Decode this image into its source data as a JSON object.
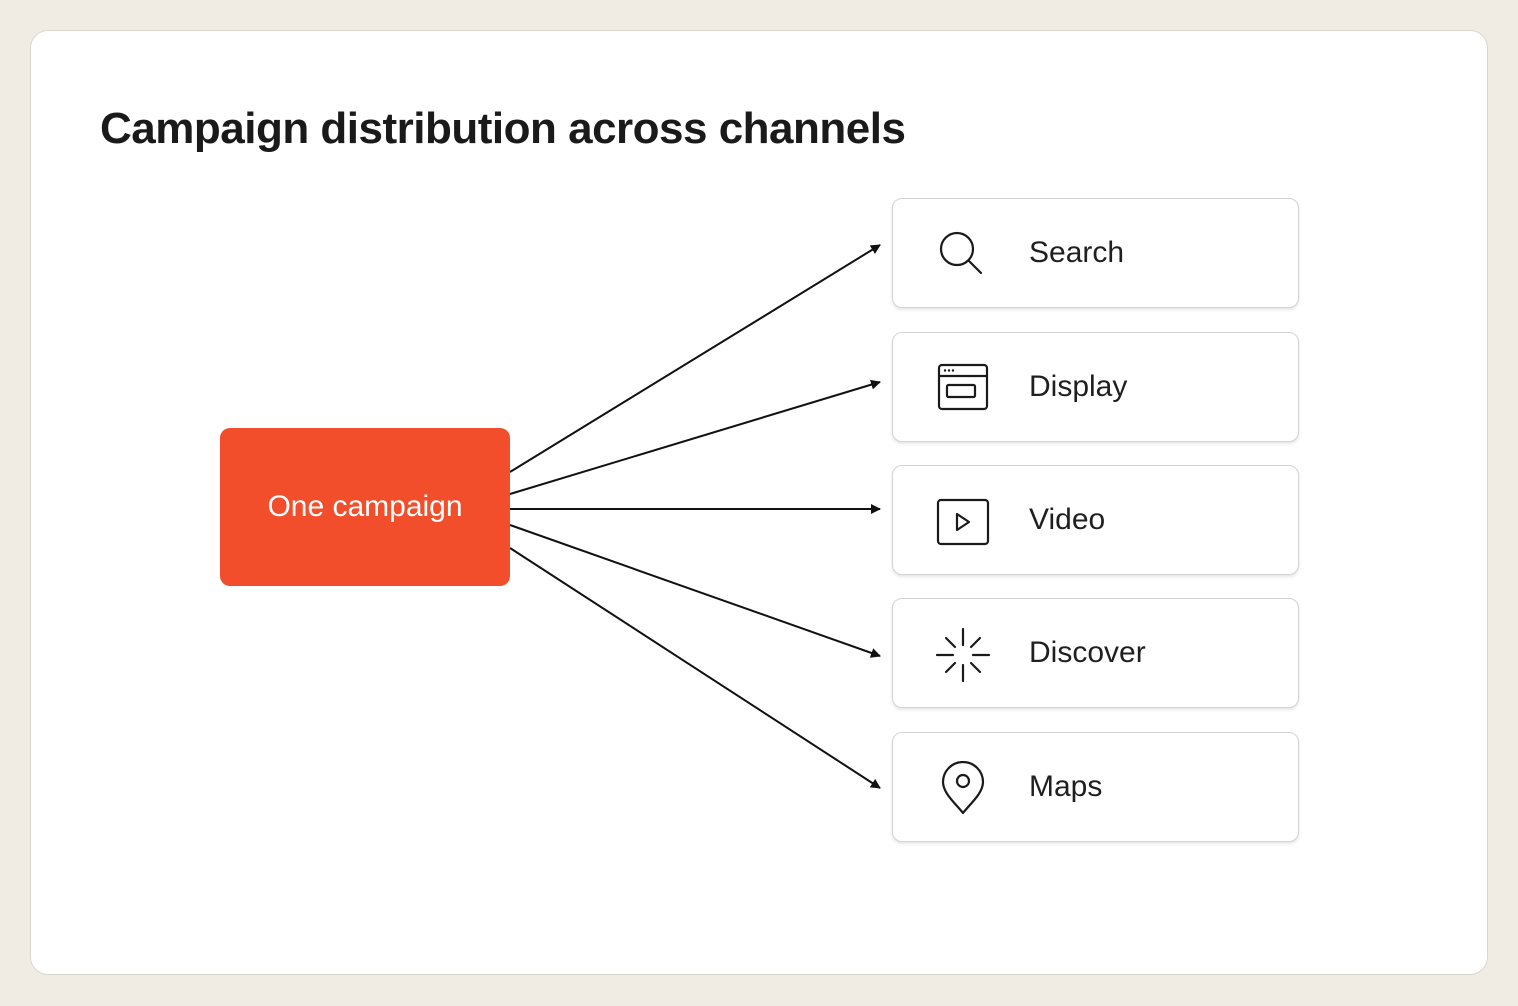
{
  "title": "Campaign distribution across channels",
  "source": {
    "label": "One campaign",
    "color": "#f24e2c"
  },
  "channels": [
    {
      "label": "Search",
      "icon": "search-icon"
    },
    {
      "label": "Display",
      "icon": "browser-window-icon"
    },
    {
      "label": "Video",
      "icon": "play-icon"
    },
    {
      "label": "Discover",
      "icon": "sparkle-burst-icon"
    },
    {
      "label": "Maps",
      "icon": "map-pin-icon"
    }
  ]
}
